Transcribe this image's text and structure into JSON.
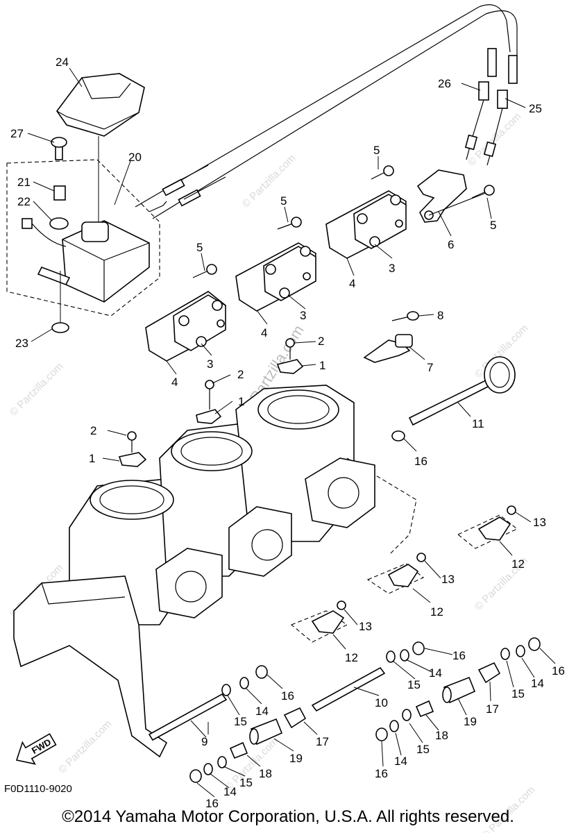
{
  "diagram_code": "F0D1110-9020",
  "copyright": "©2014 Yamaha Motor Corporation, U.S.A. All rights reserved.",
  "watermark": "© Partzilla.com",
  "fwd_label": "FWD",
  "callouts": {
    "c1": "1",
    "c2": "2",
    "c3": "3",
    "c4": "4",
    "c5": "5",
    "c6": "6",
    "c7": "7",
    "c8": "8",
    "c9": "9",
    "c10": "10",
    "c11": "11",
    "c12": "12",
    "c13": "13",
    "c14": "14",
    "c15": "15",
    "c16": "16",
    "c17": "17",
    "c18": "18",
    "c19": "19",
    "c20": "20",
    "c21": "21",
    "c22": "22",
    "c23": "23",
    "c24": "24",
    "c25": "25",
    "c26": "26",
    "c27": "27"
  }
}
